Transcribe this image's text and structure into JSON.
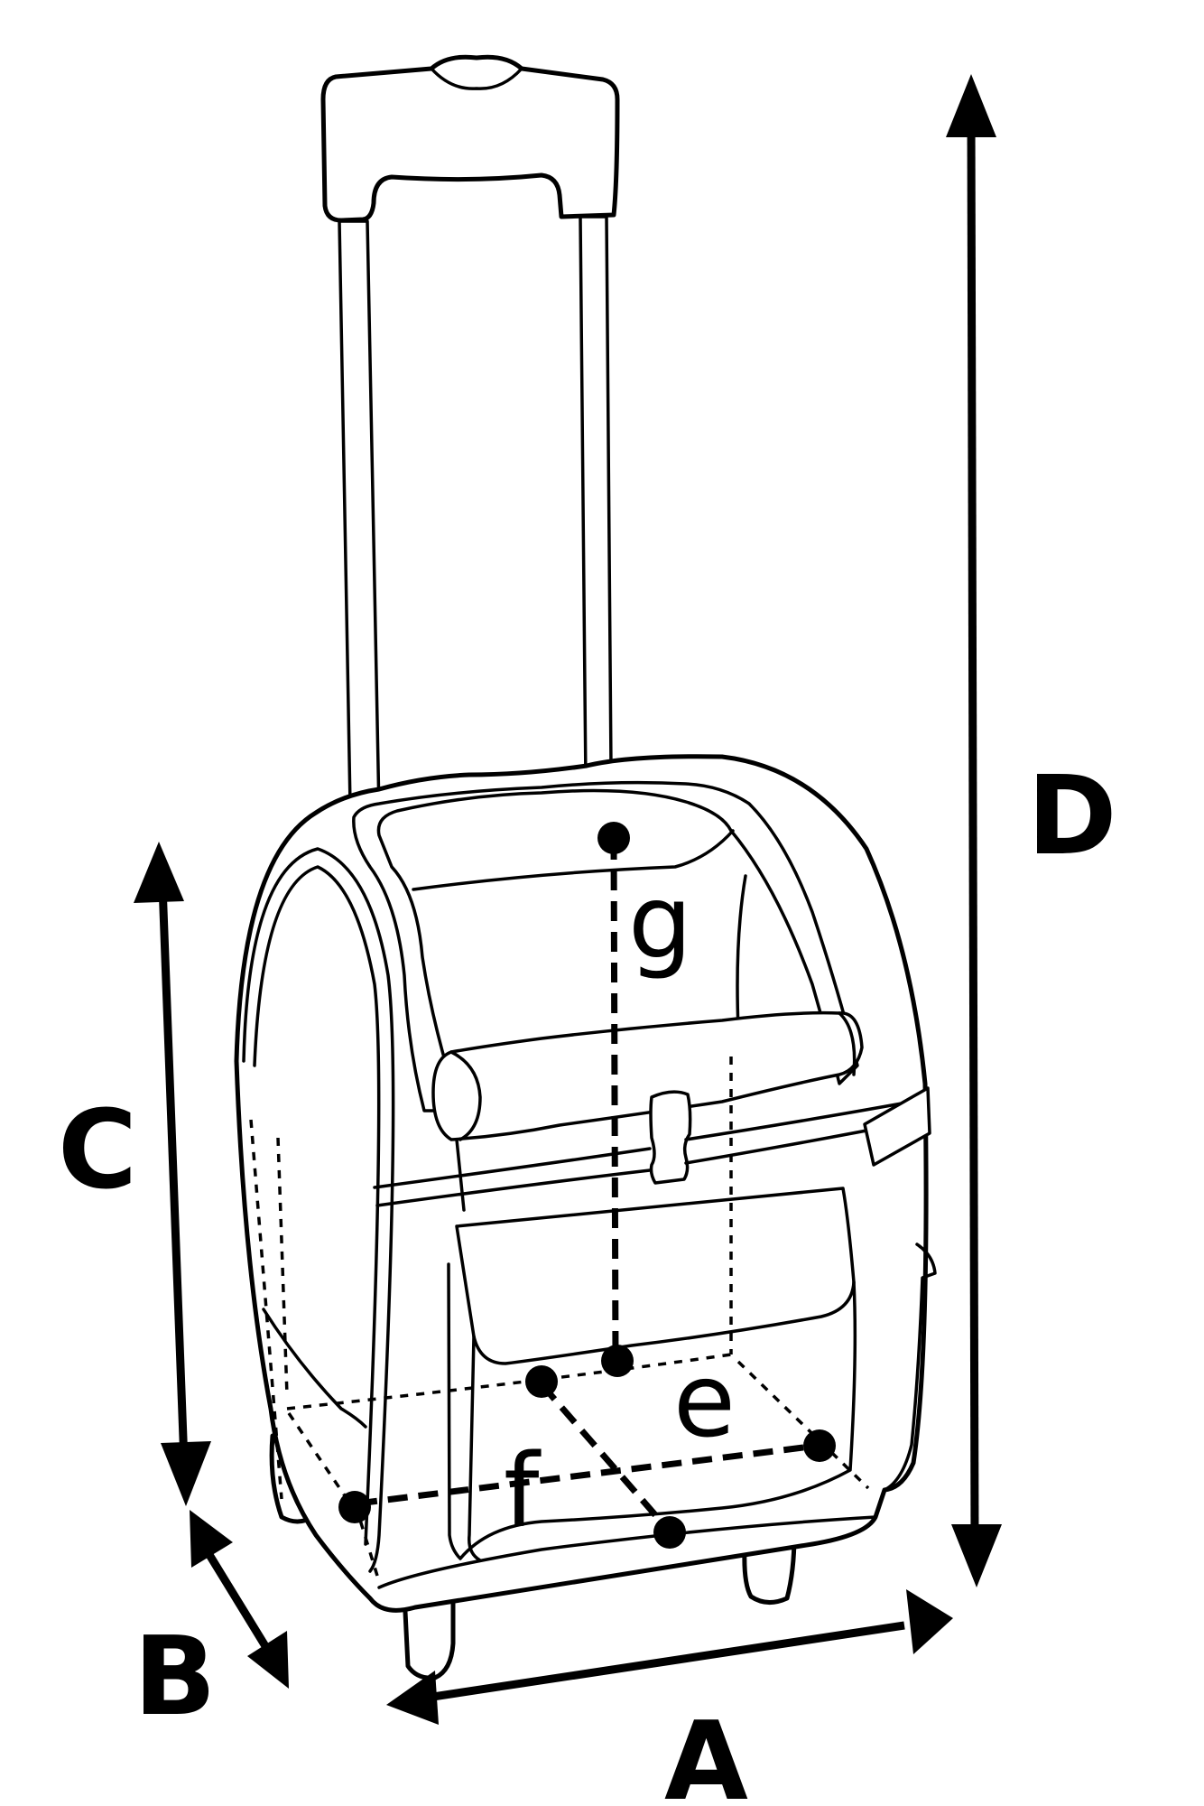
{
  "diagram": {
    "subject": "Trolley bag with telescopic handle",
    "outer_dimensions": [
      {
        "id": "A",
        "label": "A",
        "meaning": "width"
      },
      {
        "id": "B",
        "label": "B",
        "meaning": "depth"
      },
      {
        "id": "C",
        "label": "C",
        "meaning": "body height"
      },
      {
        "id": "D",
        "label": "D",
        "meaning": "total height with handle extended"
      }
    ],
    "inner_dimensions": [
      {
        "id": "e",
        "label": "e",
        "meaning": "inner width"
      },
      {
        "id": "f",
        "label": "f",
        "meaning": "inner depth"
      },
      {
        "id": "g",
        "label": "g",
        "meaning": "inner height"
      }
    ],
    "colors": {
      "line": "#000000",
      "background": "#ffffff"
    }
  }
}
